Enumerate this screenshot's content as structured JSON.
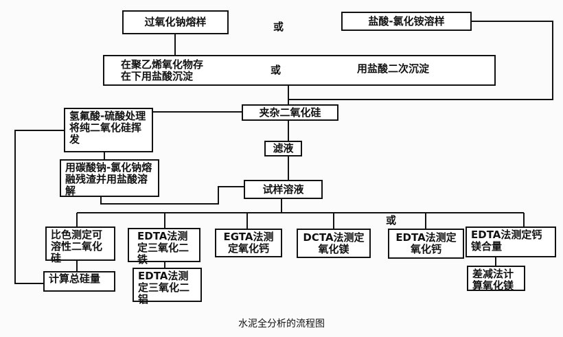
{
  "nodes": {
    "na2o2": "过氧化钠熔样",
    "or1": "或",
    "hcl_nh4cl": "盐酸-氯化铵溶样",
    "peo_line1": "在聚乙烯氧化物存",
    "peo_line2": "在下用盐酸沉淀",
    "or2": "或",
    "hcl_twice": "用盐酸二次沉淀",
    "impure_sio2": "夹杂二氧化硅",
    "hf_treat": "氢氟酸-硫酸处理将纯二氧化硅挥发",
    "filtrate": "滤液",
    "na2co3": "用碳酸钠-氯化钠熔融残渣并用盐酸溶解",
    "sample_solution": "试样溶液",
    "or3": "或",
    "colorimetric": "比色测定可溶性二氧化硅",
    "total_si": "计算总硅量",
    "edta_fe": "EDTA法测定三氧化二铁",
    "edta_al": "EDTA法测定三氧化二铝",
    "egta_ca": "EGTA法测定氧化钙",
    "dcta_mg": "DCTA法测定氧化镁",
    "edta_ca": "EDTA法测定氧化钙",
    "edta_camg": "EDTA法测定钙镁合量",
    "diff_mg": "差减法计算氧化镁"
  },
  "caption": "水泥全分析的流程图"
}
